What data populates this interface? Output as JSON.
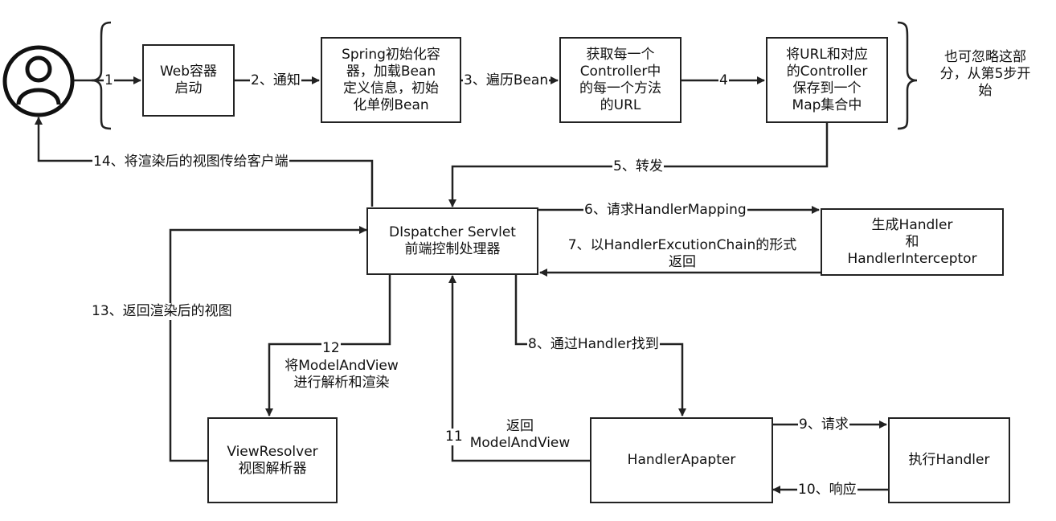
{
  "nodes": {
    "web_container": [
      "Web容器",
      "启动"
    ],
    "spring_init": [
      "Spring初始化容",
      "器，加载Bean",
      "定义信息，初始",
      "化单例Bean"
    ],
    "get_urls": [
      "获取每一个",
      "Controller中",
      "的每一个方法",
      "的URL"
    ],
    "save_map": [
      "将URL和对应",
      "的Controller",
      "保存到一个",
      "Map集合中"
    ],
    "dispatcher": [
      "DIspatcher Servlet",
      "前端控制处理器"
    ],
    "gen_handler": [
      "生成Handler",
      "和",
      "HandlerInterceptor"
    ],
    "view_resolver": [
      "ViewResolver",
      "视图解析器"
    ],
    "handler_adapter": [
      "HandlerApapter"
    ],
    "exec_handler": [
      "执行Handler"
    ]
  },
  "note": [
    "也可忽略这部",
    "分，从第5步开",
    "始"
  ],
  "edges": {
    "e1": "1",
    "e2": "2、通知",
    "e3": "3、遍历Bean",
    "e4": "4",
    "e5": "5、转发",
    "e6": "6、请求HandlerMapping",
    "e7": [
      "7、以HandlerExcutionChain的形式",
      "返回"
    ],
    "e8": "8、通过Handler找到",
    "e9": "9、请求",
    "e10": "10、响应",
    "e11_num": "11",
    "e11_text": [
      "返回",
      "ModelAndView"
    ],
    "e12_num": "12",
    "e12_text": [
      "将ModelAndView",
      "进行解析和渲染"
    ],
    "e13": "13、返回渲染后的视图",
    "e14": "14、将渲染后的视图传给客户端"
  },
  "colors": {
    "stroke": "#222222",
    "background": "#ffffff",
    "text": "#111111"
  },
  "icons": {
    "user": "user-icon"
  }
}
